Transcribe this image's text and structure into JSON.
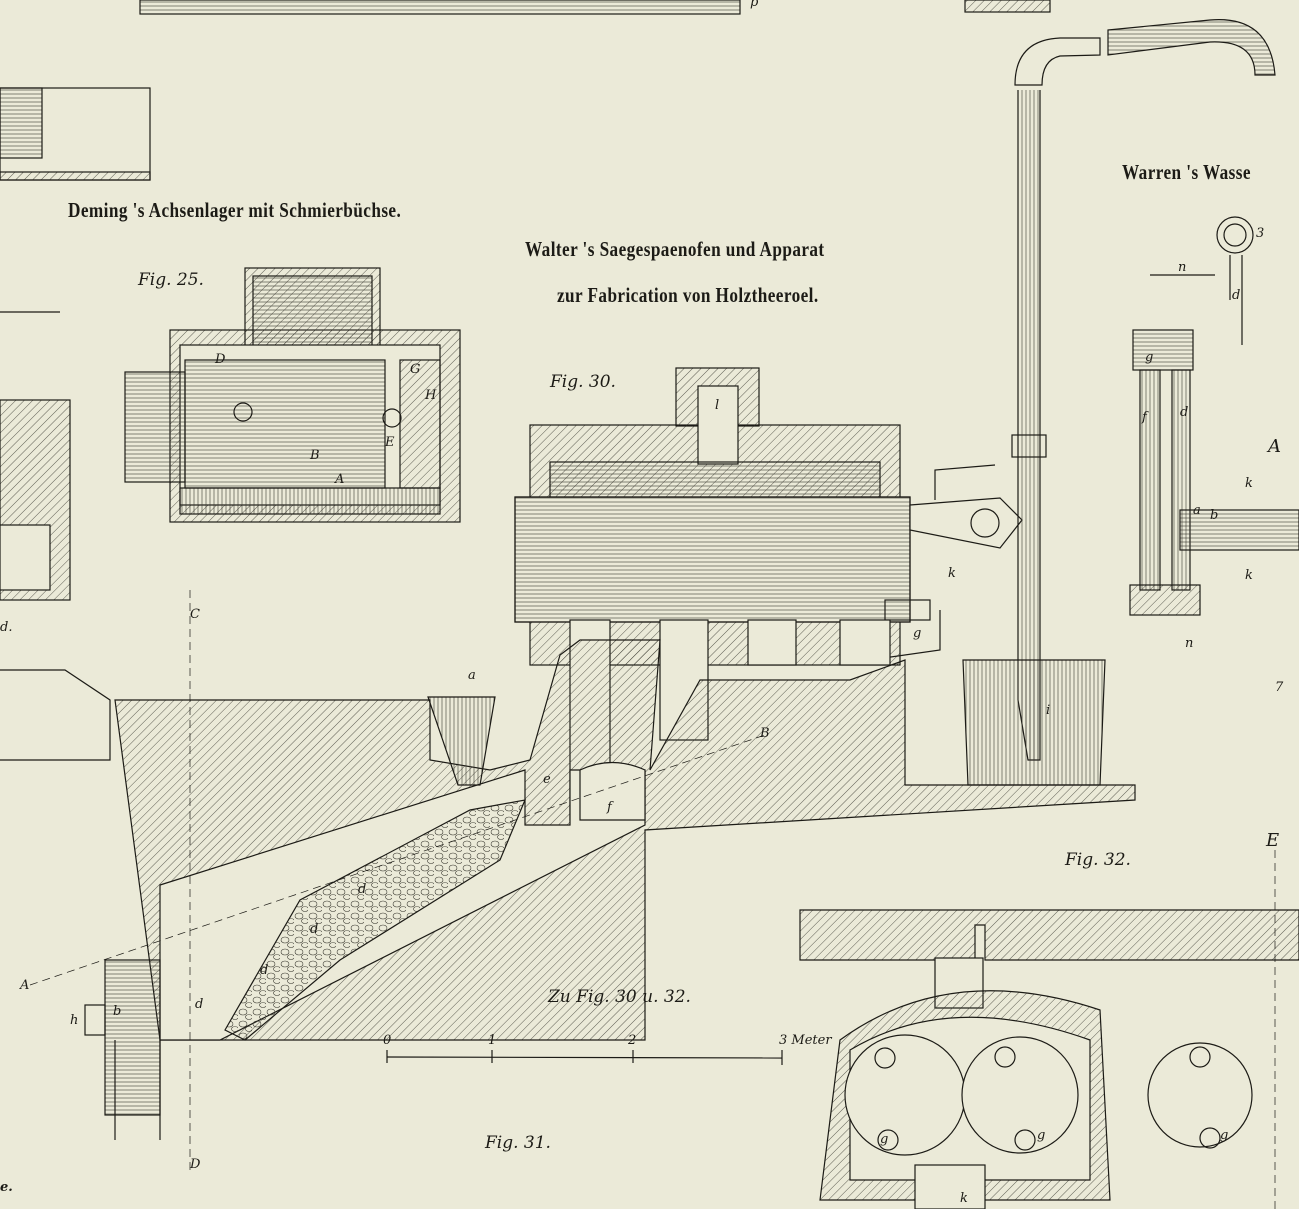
{
  "titles": {
    "deming": "Deming 's Achsenlager mit Schmierbüchse.",
    "walter_line1": "Walter 's Saegespaenofen und Apparat",
    "walter_line2": "zur Fabrication von Holztheeroel.",
    "warren": "Warren 's Wasse"
  },
  "figures": {
    "fig25": "Fig. 25.",
    "fig30": "Fig. 30.",
    "fig31": "Fig. 31.",
    "fig32": "Fig. 32.",
    "scale_caption": "Zu Fig. 30 u. 32."
  },
  "scale_bar": {
    "ticks": [
      "0",
      "1",
      "2",
      "3 Meter"
    ],
    "max_meters": 3
  },
  "labels": {
    "D": "D",
    "G": "G",
    "H": "H",
    "E": "E",
    "B": "B",
    "A": "A",
    "l": "l",
    "k": "k",
    "g": "g",
    "i": "i",
    "a": "a",
    "e": "e",
    "f": "f",
    "B2": "B",
    "C": "C",
    "D2": "D",
    "A2": "A",
    "h": "h",
    "b": "b",
    "d1": "d",
    "d2": "d",
    "d3": "d",
    "d4": "d",
    "n1": "n",
    "n2": "n",
    "d5": "d",
    "d6": "d",
    "f2": "f",
    "g2": "g",
    "three": "3",
    "A3": "A",
    "k1": "k",
    "k2": "k",
    "a2": "a",
    "b2": "b",
    "E2": "E",
    "g3": "g",
    "g4": "g",
    "g5": "g",
    "k3": "k",
    "seven": "7",
    "d_left": "d.",
    "e_left": "e.",
    "p": "p"
  }
}
